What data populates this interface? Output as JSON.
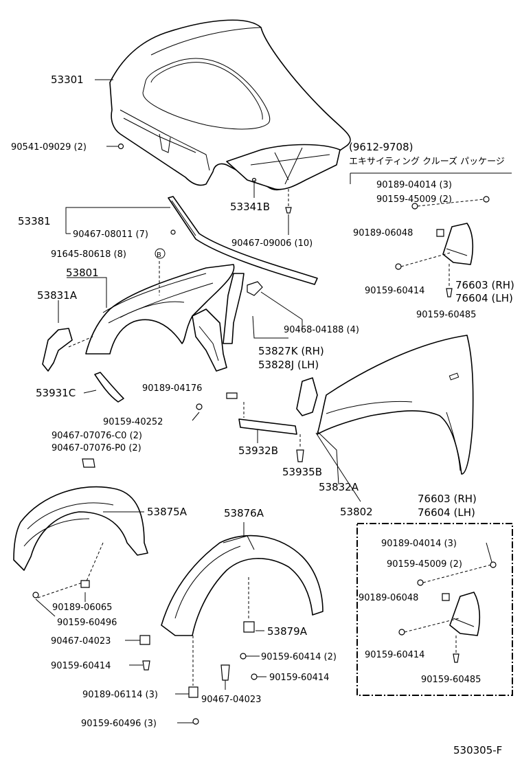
{
  "labels": {
    "hood": "53301",
    "hood_bolt": "90541-09029 (2)",
    "hood_insulator": "53341B",
    "clip_hood_insulator": "90467-09006 (10)",
    "seal": "53381",
    "seal_clip": "90467-08011 (7)",
    "clip_b": "91645-80618 (8)",
    "clip_b_mark": "B",
    "fender_lh": "53801",
    "bracket_53831a": "53831A",
    "liner_rh_lh": "53827K (RH)",
    "liner_lh": "53828J (LH)",
    "clip_04188": "90468-04188 (4)",
    "bracket_53931c": "53931C",
    "screw_04176": "90189-04176",
    "bolt_40252": "90159-40252",
    "clip_c0": "90467-07076-C0 (2)",
    "clip_p0": "90467-07076-P0 (2)",
    "bracket_53932b": "53932B",
    "clip_53935b": "53935B",
    "bracket_53832a": "53832A",
    "fender_rh": "53802",
    "shield_53875a": "53875A",
    "screw_06065": "90189-06065",
    "bolt_60496": "90159-60496",
    "shield_53876a": "53876A",
    "clip_04023_a": "90467-04023",
    "bolt_60414_a": "90159-60414",
    "clip_53879a": "53879A",
    "bolt_60414_2": "90159-60414 (2)",
    "bolt_60414_b": "90159-60414",
    "screw_06114": "90189-06114 (3)",
    "clip_04023_b": "90467-04023",
    "bolt_60496_3": "90159-60496 (3)",
    "diagram_code": "530305-F",
    "mudguard_top": {
      "period": "(9612-9708)",
      "package": "エキサイティング クルーズ パッケージ",
      "screw_04014": "90189-04014 (3)",
      "bolt_45009": "90159-45009 (2)",
      "screw_06048": "90189-06048",
      "bolt_60414": "90159-60414",
      "part_rh": "76603 (RH)",
      "part_lh": "76604 (LH)",
      "bolt_60485": "90159-60485"
    },
    "mudguard_box": {
      "part_rh": "76603 (RH)",
      "part_lh": "76604 (LH)",
      "screw_04014": "90189-04014 (3)",
      "bolt_45009": "90159-45009 (2)",
      "screw_06048": "90189-06048",
      "bolt_60414": "90159-60414",
      "bolt_60485": "90159-60485"
    }
  }
}
